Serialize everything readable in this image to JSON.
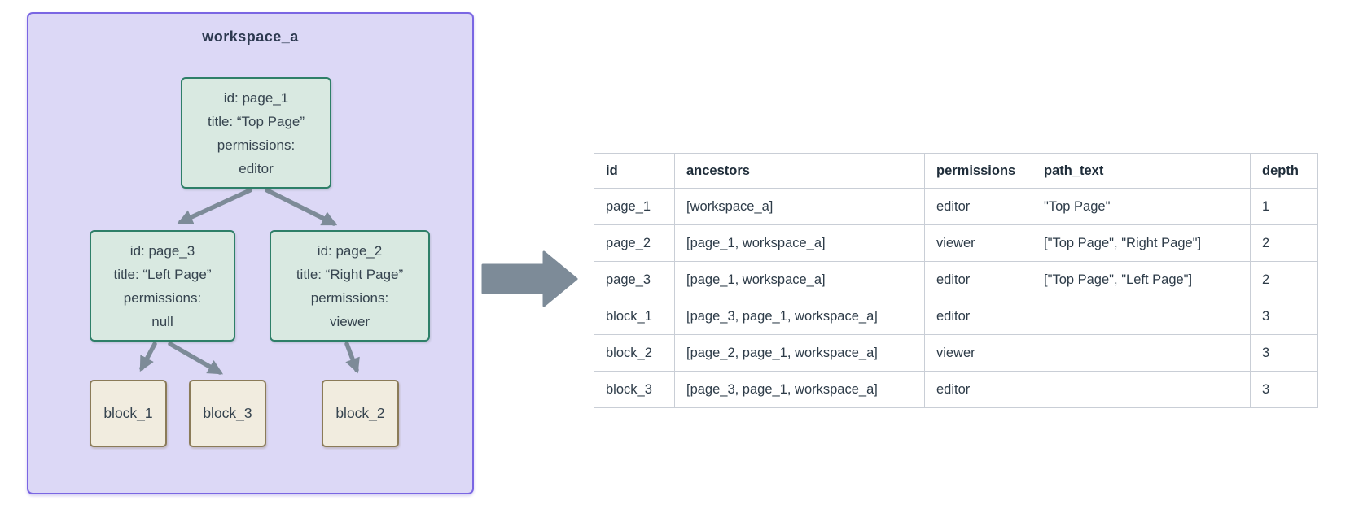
{
  "figure": {
    "type": "tree-to-table transformation diagram"
  },
  "colors": {
    "workspace_bg": "#dcd8f6",
    "workspace_border": "#7a66e3",
    "page_node_bg": "#d9e9e1",
    "page_node_border": "#2e7f68",
    "block_node_bg": "#f1ecdf",
    "block_node_border": "#8b7b58",
    "arrow": "#7d8b98",
    "table_grid": "#c9ced6",
    "text": "#2e3c49"
  },
  "diagram": {
    "workspace_label": "workspace_a",
    "nodes": {
      "page_1": {
        "lines": [
          "id: page_1",
          "title: “Top Page”",
          "permissions:",
          "editor"
        ]
      },
      "page_3": {
        "lines": [
          "id: page_3",
          "title: “Left Page”",
          "permissions:",
          "null"
        ]
      },
      "page_2": {
        "lines": [
          "id: page_2",
          "title: “Right Page”",
          "permissions:",
          "viewer"
        ]
      },
      "block_1": {
        "label": "block_1"
      },
      "block_3": {
        "label": "block_3"
      },
      "block_2": {
        "label": "block_2"
      }
    },
    "edges": [
      "page_1 -> page_3",
      "page_1 -> page_2",
      "page_3 -> block_1",
      "page_3 -> block_3",
      "page_2 -> block_2"
    ]
  },
  "table": {
    "columns": [
      "id",
      "ancestors",
      "permissions",
      "path_text",
      "depth"
    ],
    "rows": [
      {
        "id": "page_1",
        "ancestors": "[workspace_a]",
        "permissions": "editor",
        "path_text": "\"Top Page\"",
        "depth": "1"
      },
      {
        "id": "page_2",
        "ancestors": "[page_1, workspace_a]",
        "permissions": "viewer",
        "path_text": "[\"Top Page\", \"Right Page\"]",
        "depth": "2"
      },
      {
        "id": "page_3",
        "ancestors": "[page_1, workspace_a]",
        "permissions": "editor",
        "path_text": "[\"Top Page\", \"Left Page\"]",
        "depth": "2"
      },
      {
        "id": "block_1",
        "ancestors": "[page_3, page_1, workspace_a]",
        "permissions": "editor",
        "path_text": "",
        "depth": "3"
      },
      {
        "id": "block_2",
        "ancestors": "[page_2, page_1, workspace_a]",
        "permissions": "viewer",
        "path_text": "",
        "depth": "3"
      },
      {
        "id": "block_3",
        "ancestors": "[page_3, page_1, workspace_a]",
        "permissions": "editor",
        "path_text": "",
        "depth": "3"
      }
    ]
  }
}
